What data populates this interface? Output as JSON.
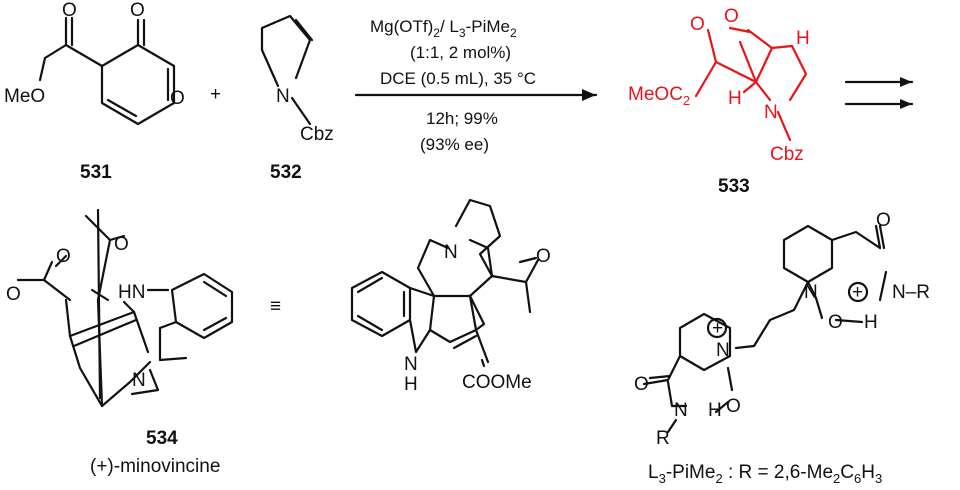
{
  "reactants": {
    "pyranone": {
      "ester_label": "MeO",
      "carbonyl_o": "O",
      "ring_o": "O",
      "ring_o2": "O",
      "number": "531"
    },
    "pyrroline": {
      "n_label": "N",
      "cbz_label": "Cbz",
      "number": "532"
    },
    "plus": "+"
  },
  "conditions": {
    "line1_main": "Mg(OTf)",
    "line1_sub": "2",
    "line1_rest": "/ L",
    "line1_sub2": "3",
    "line1_end": "-PiMe",
    "line1_sub3": "2",
    "line2": "(1:1, 2 mol%)",
    "line3": "DCE (0.5 mL), 35 °C",
    "line4": "12h; 99%",
    "line5": "(93% ee)"
  },
  "product": {
    "carbonyl_o": "O",
    "bridge_o": "O",
    "ester_label": "MeO",
    "ester_sub": "2",
    "ester_c": "C",
    "h_top": "H",
    "h_bottom": "H",
    "n_label": "N",
    "cbz_label": "Cbz",
    "number": "533",
    "color": "#e8141a"
  },
  "target": {
    "number": "534",
    "name": "(+)-minovincine",
    "nh_label": "HN",
    "n_label": "N",
    "nh2_label": "N",
    "h_label": "H",
    "ester_label": "COOMe",
    "equiv_symbol": "≡",
    "o_labels": [
      "O",
      "O",
      "O"
    ]
  },
  "ligand": {
    "n_plus": "N",
    "charge": "+",
    "o_label": "O",
    "h_label": "H",
    "nr_label": "N–R",
    "n_lower": "N",
    "r_label": "R",
    "caption_prefix": "L",
    "caption_sub": "3",
    "caption_mid": "-PiMe",
    "caption_sub2": "2",
    "caption_rest": " : R = 2,6-Me",
    "caption_sub3": "2",
    "caption_c": "C",
    "caption_sub4": "6",
    "caption_h": "H",
    "caption_sub5": "3"
  }
}
